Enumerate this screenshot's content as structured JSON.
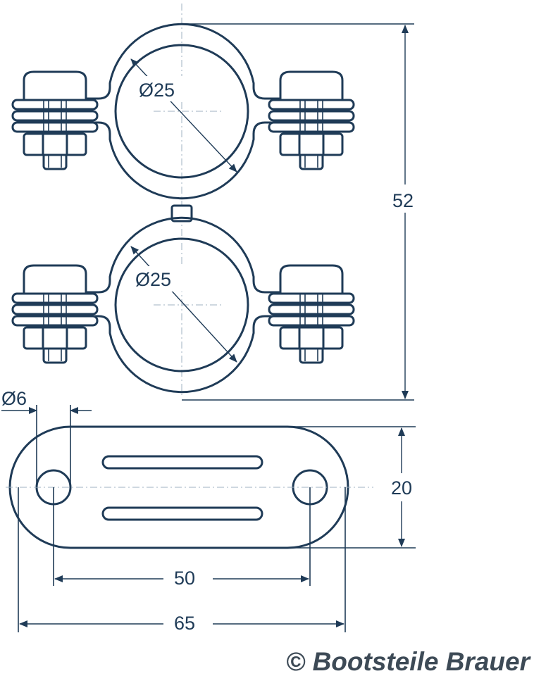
{
  "dimensions": {
    "upper_clamp_diameter": "Ø25",
    "lower_clamp_diameter": "Ø25",
    "total_height": "52",
    "hole_diameter": "Ø6",
    "plate_width": "20",
    "hole_spacing": "50",
    "plate_length": "65"
  },
  "copyright": "© Bootsteile Brauer",
  "colors": {
    "line": "#1f3b57",
    "centerline": "#9fb0c0",
    "copyright": "#3d4a56"
  }
}
